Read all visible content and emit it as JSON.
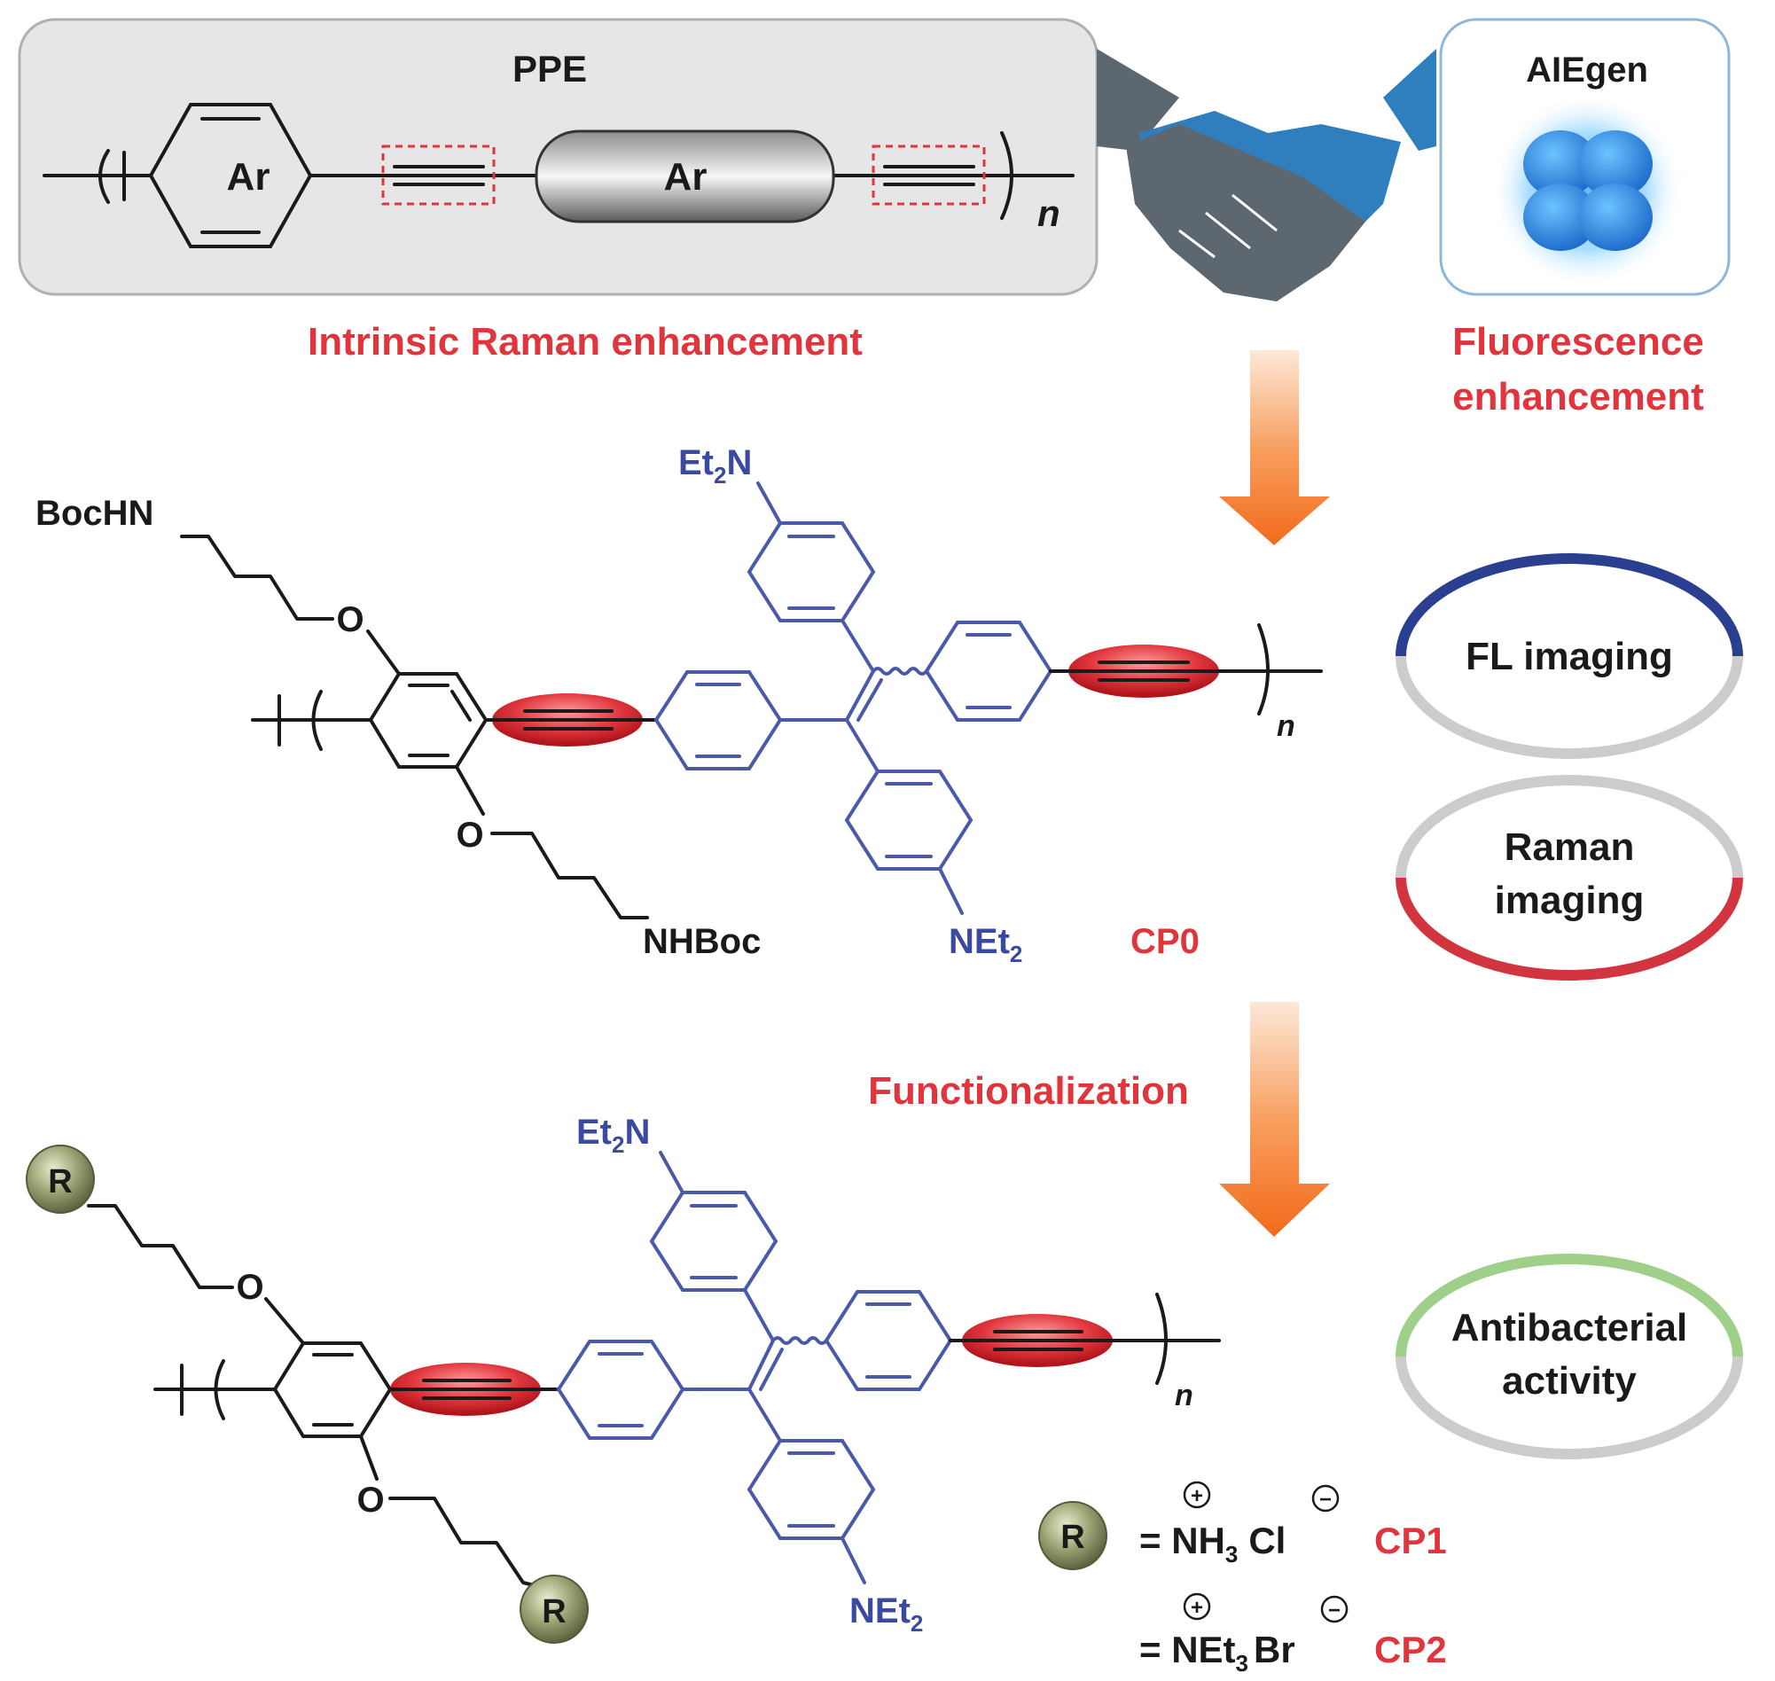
{
  "ppe_panel": {
    "title": "PPE",
    "aryl_label_1": "Ar",
    "aryl_label_2": "Ar",
    "repeat_index": "n",
    "caption": "Intrinsic Raman enhancement"
  },
  "aie_panel": {
    "title": "AIEgen",
    "caption_line1": "Fluorescence",
    "caption_line2": "enhancement"
  },
  "cp0": {
    "label": "CP0",
    "top_substituent": "BocHN",
    "bottom_substituent": "NHBoc",
    "oxygen_top": "O",
    "oxygen_bottom": "O",
    "amine_top": "Et",
    "amine_top_sub": "2",
    "amine_top_tail": "N",
    "amine_bottom": "NEt",
    "amine_bottom_sub": "2",
    "repeat_index": "n"
  },
  "imaging": {
    "fl_label": "FL imaging",
    "raman_line1": "Raman",
    "raman_line2": "imaging"
  },
  "functionalization": {
    "label": "Functionalization"
  },
  "cp_functional": {
    "r_label": "R",
    "oxygen_top": "O",
    "oxygen_bottom": "O",
    "amine_top": "Et",
    "amine_top_sub": "2",
    "amine_top_tail": "N",
    "amine_bottom": "NEt",
    "amine_bottom_sub": "2",
    "repeat_index": "n"
  },
  "antibacterial": {
    "line1": "Antibacterial",
    "line2": "activity"
  },
  "legend": {
    "r_label": "R",
    "cp1_formula_main": "= NH",
    "cp1_formula_sub": "3",
    "cp1_counterion": "Cl",
    "cp1_label": "CP1",
    "cp2_formula_main": "= NEt",
    "cp2_formula_sub": "3",
    "cp2_counterion": "Br",
    "cp2_label": "CP2",
    "plus_sign": "+",
    "minus_sign": "−"
  }
}
